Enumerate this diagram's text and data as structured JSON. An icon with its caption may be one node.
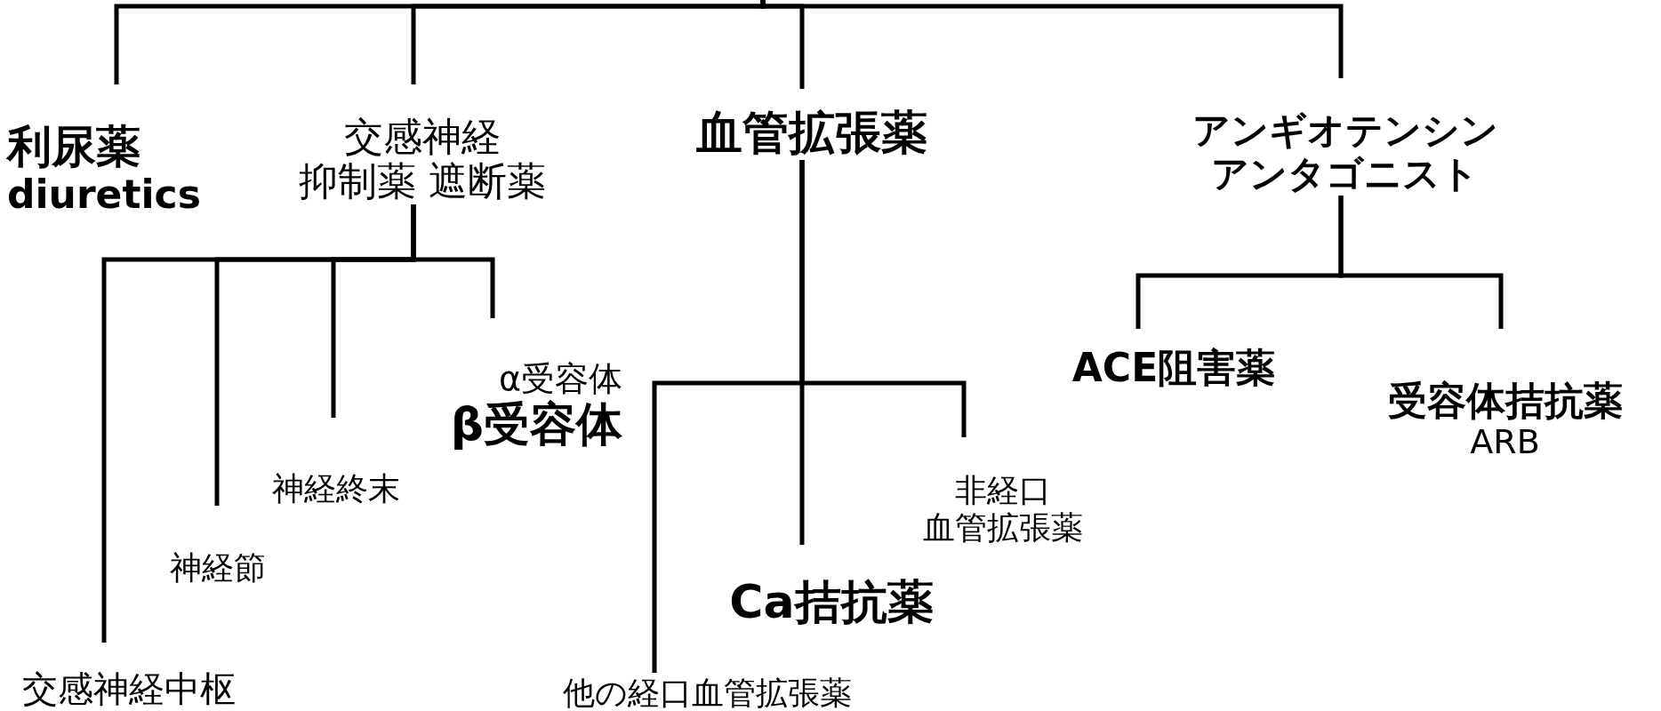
{
  "diagram": {
    "nodes": [
      {
        "text": [
          "利尿薬",
          "diuretics"
        ]
      },
      {
        "text": [
          "交感神経抑制薬 遮断薬"
        ]
      },
      {
        "text": [
          "血管拡張薬"
        ]
      },
      {
        "text": [
          "アンギオテンシンアンタゴニスト"
        ]
      },
      {
        "text": [
          "α受容体",
          "β受容体"
        ]
      },
      {
        "text": [
          "神経終末"
        ]
      },
      {
        "text": [
          "神経節"
        ]
      },
      {
        "text": [
          "交感神経中枢"
        ]
      },
      {
        "text": [
          "非経口血管拡張薬"
        ]
      },
      {
        "text": [
          "Ca拮抗薬"
        ]
      },
      {
        "text": [
          "他の経口血管拡張薬"
        ]
      },
      {
        "text": [
          "ACE阻害薬"
        ]
      },
      {
        "text": [
          "受容体拮抗薬",
          "ARB"
        ]
      }
    ],
    "edges": [
      {
        "from": null,
        "to": 0,
        "arrow": "none"
      },
      {
        "from": null,
        "to": 1,
        "arrow": "none"
      },
      {
        "from": null,
        "to": 2,
        "arrow": "none"
      },
      {
        "from": null,
        "to": 3,
        "arrow": "none"
      },
      {
        "from": 1,
        "to": 7,
        "arrow": "none"
      },
      {
        "from": 1,
        "to": 6,
        "arrow": "none"
      },
      {
        "from": 1,
        "to": 5,
        "arrow": "none"
      },
      {
        "from": 1,
        "to": 4,
        "arrow": "none"
      },
      {
        "from": 2,
        "to": 10,
        "arrow": "none"
      },
      {
        "from": 2,
        "to": 9,
        "arrow": "none"
      },
      {
        "from": 2,
        "to": 8,
        "arrow": "none"
      },
      {
        "from": 3,
        "to": 11,
        "arrow": "none"
      },
      {
        "from": 3,
        "to": 12,
        "arrow": "none"
      }
    ]
  }
}
